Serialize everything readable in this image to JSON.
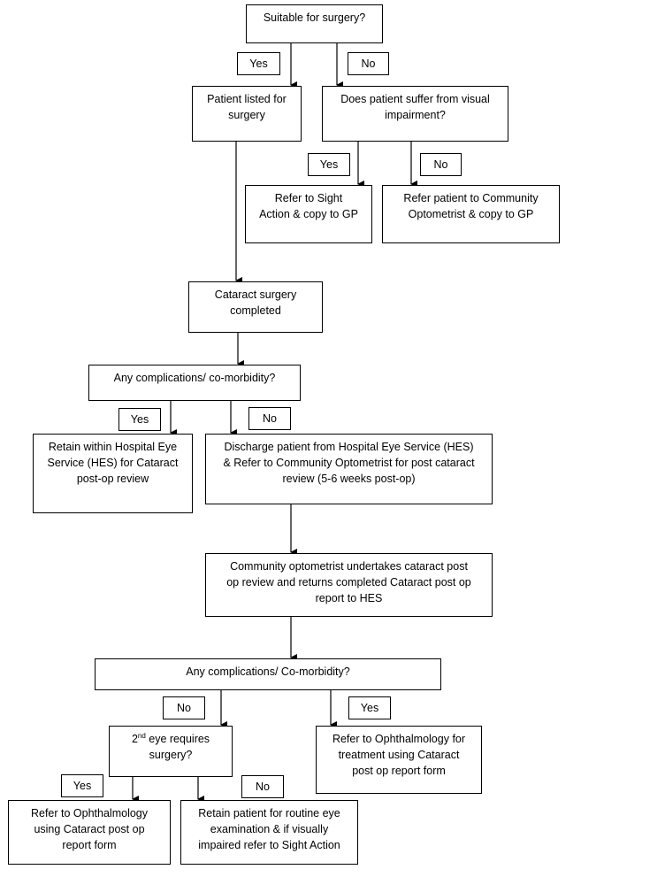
{
  "nodes": {
    "suitable": "Suitable for surgery?",
    "listed": [
      "Patient listed for",
      "surgery"
    ],
    "visual": [
      "Does patient suffer from visual",
      "impairment?"
    ],
    "sight_action": [
      "Refer to Sight",
      "Action & copy to GP"
    ],
    "community_gp": [
      "Refer patient to Community",
      "Optometrist & copy to GP"
    ],
    "cataract_done": [
      "Cataract surgery",
      "completed"
    ],
    "complications1": "Any complications/ co-morbidity?",
    "retain_hes": [
      "Retain within Hospital Eye",
      "Service (HES) for Cataract",
      "post-op review"
    ],
    "discharge": [
      "Discharge patient from Hospital Eye Service (HES)",
      "& Refer to Community Optometrist for post cataract",
      "review (5-6 weeks post-op)"
    ],
    "optom_review": [
      "Community optometrist undertakes cataract post",
      "op review and returns completed Cataract post op",
      "report to HES"
    ],
    "complications2": "Any complications/ Co-morbidity?",
    "second_eye": {
      "num": "2",
      "sup": "nd",
      "rest": " eye requires",
      "line2": "surgery?"
    },
    "ophth_treatment": [
      "Refer to Ophthalmology for",
      "treatment using Cataract",
      "post op report form"
    ],
    "ophth_form": [
      "Refer to Ophthalmology",
      "using Cataract post op",
      "report form"
    ],
    "retain_routine": [
      "Retain patient for routine eye",
      "examination & if visually",
      "impaired refer to Sight Action"
    ]
  },
  "labels": {
    "yes1": "Yes",
    "no1": "No",
    "yes2": "Yes",
    "no2": "No",
    "yes3": "Yes",
    "no3": "No",
    "no4": "No",
    "yes4": "Yes",
    "yes5": "Yes",
    "no5": "No"
  }
}
